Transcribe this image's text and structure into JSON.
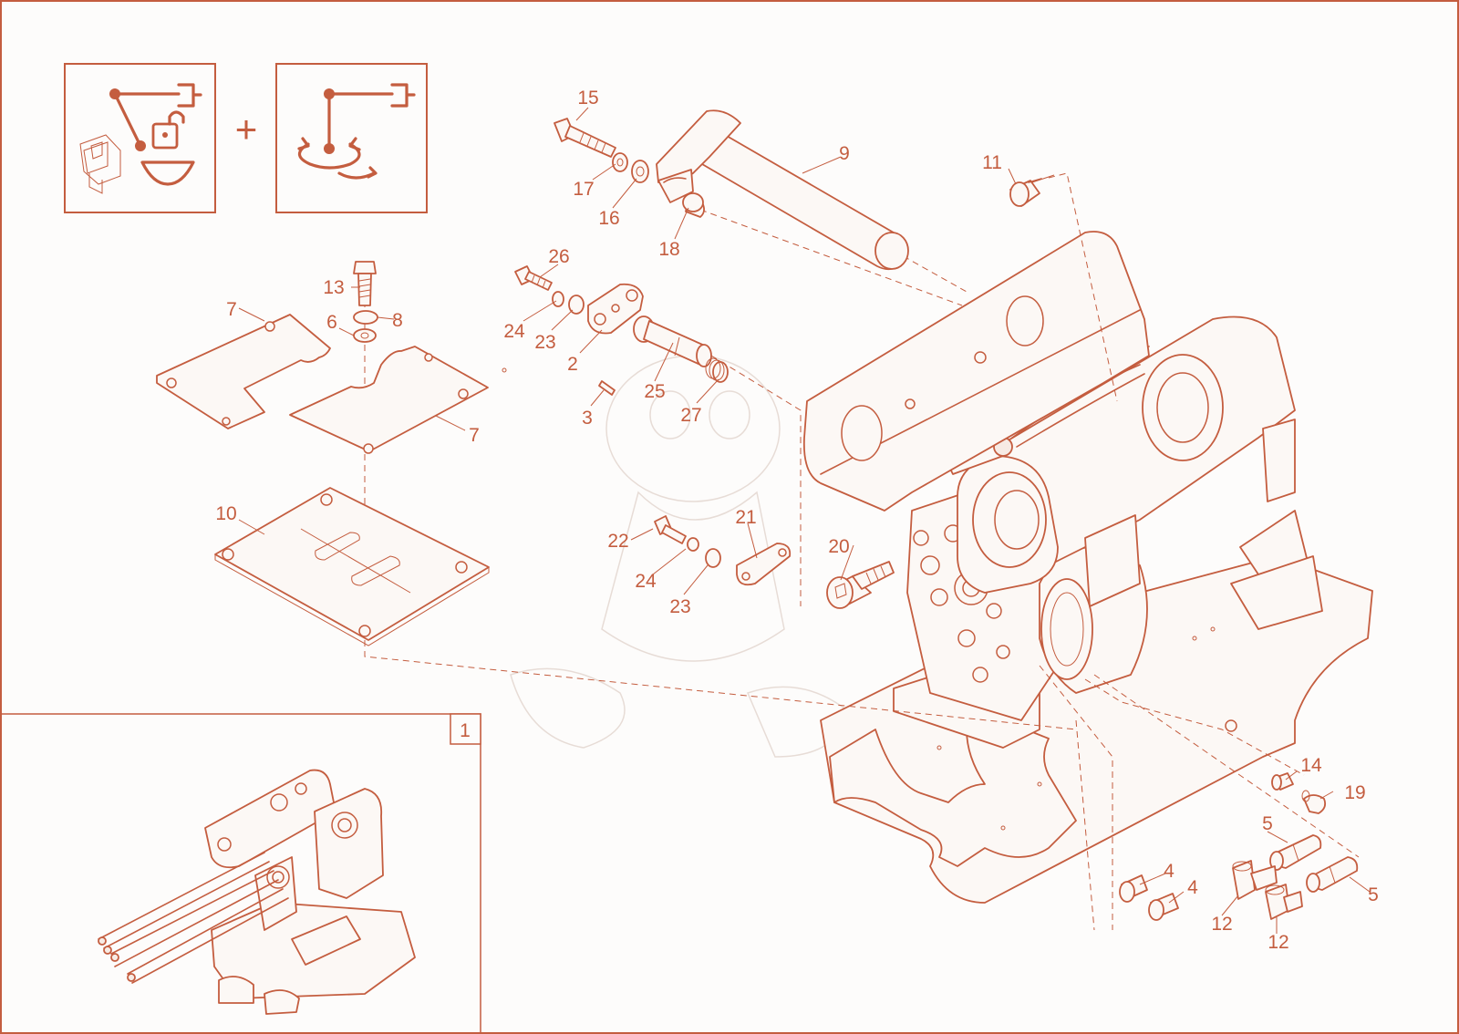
{
  "callouts": [
    "15",
    "9",
    "17",
    "16",
    "18",
    "11",
    "26",
    "24",
    "23",
    "2",
    "25",
    "3",
    "27",
    "13",
    "8",
    "6",
    "7",
    "7",
    "10",
    "22",
    "21",
    "20",
    "24",
    "23",
    "14",
    "19",
    "5",
    "5",
    "4",
    "4",
    "12",
    "12"
  ],
  "plus_sign": "+",
  "inset": {
    "label": "1"
  },
  "colors": {
    "line": "#c45d3f",
    "background": "#fdfcfb"
  },
  "icons": [
    "tilt-lock-switch-icon",
    "rotation-icon"
  ]
}
